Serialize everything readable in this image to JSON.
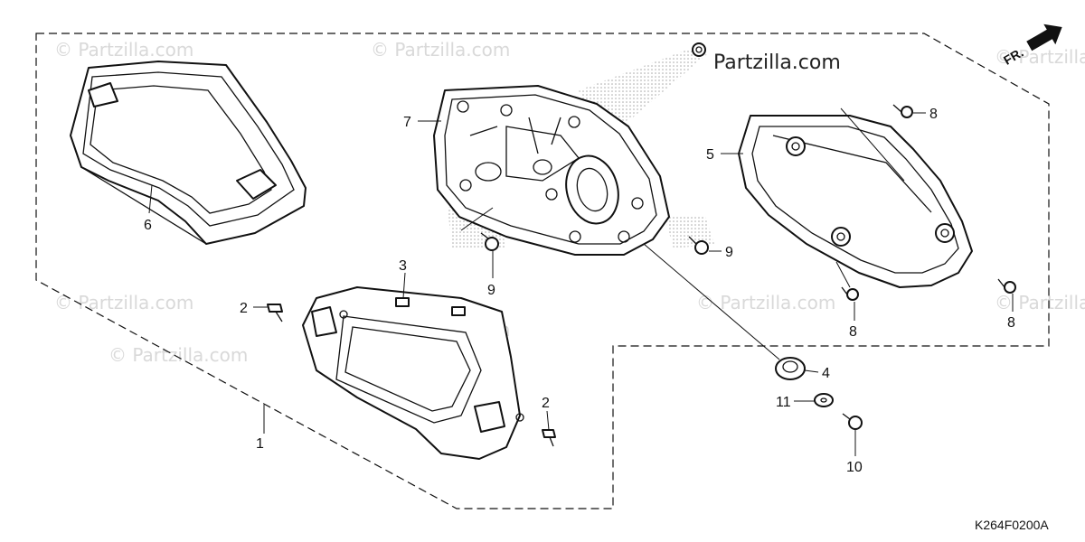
{
  "diagram": {
    "watermark_text": "© Partzilla.com",
    "brand_text": "Partzilla.com",
    "diagram_code": "K264F0200A",
    "direction_label": "FR.",
    "callouts": {
      "c1": "1",
      "c2a": "2",
      "c2b": "2",
      "c3": "3",
      "c4": "4",
      "c5": "5",
      "c6": "6",
      "c7": "7",
      "c8a": "8",
      "c8b": "8",
      "c8c": "8",
      "c9a": "9",
      "c9b": "9",
      "c10": "10",
      "c11": "11"
    }
  }
}
